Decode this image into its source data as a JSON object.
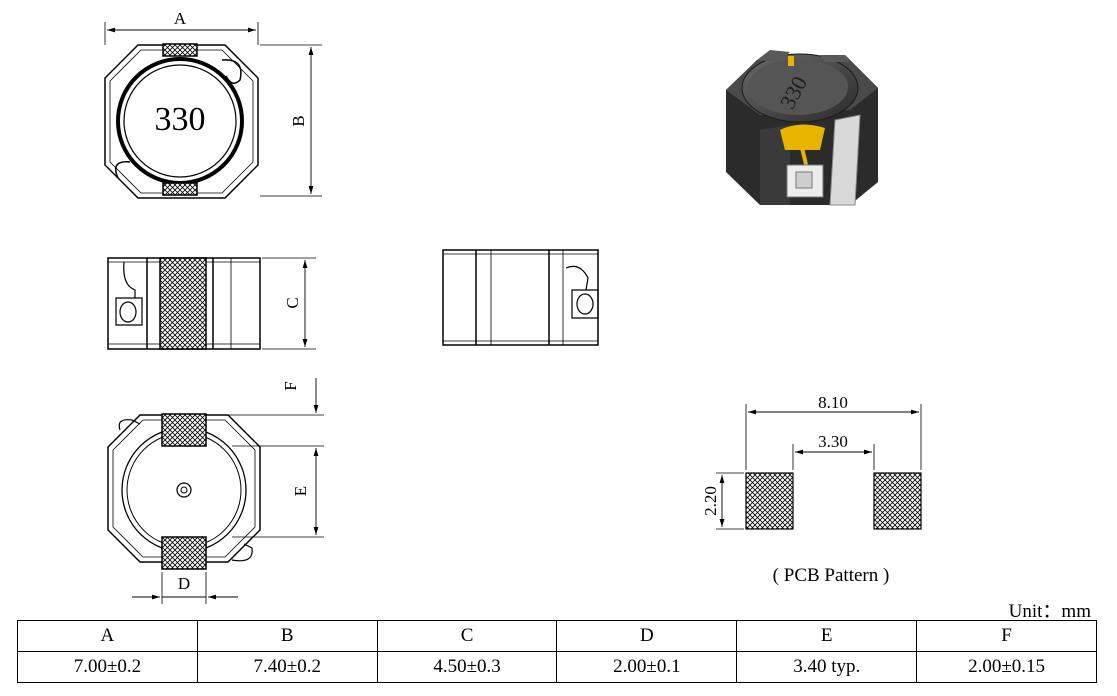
{
  "top_view": {
    "marking": "330"
  },
  "dim_labels": {
    "a": "A",
    "b": "B",
    "c": "C",
    "d": "D",
    "e": "E",
    "f": "F"
  },
  "pcb": {
    "overall_width": "8.10",
    "gap": "3.30",
    "pad_height": "2.20",
    "caption": "( PCB Pattern )"
  },
  "unit_note": "Unit：mm",
  "table": {
    "headers": [
      "A",
      "B",
      "C",
      "D",
      "E",
      "F"
    ],
    "values": [
      "7.00±0.2",
      "7.40±0.2",
      "4.50±0.3",
      "2.00±0.1",
      "3.40 typ.",
      "2.00±0.15"
    ]
  },
  "colors": {
    "line": "#000000",
    "body_dark": "#3a3a3a",
    "wire": "#e8b400"
  }
}
